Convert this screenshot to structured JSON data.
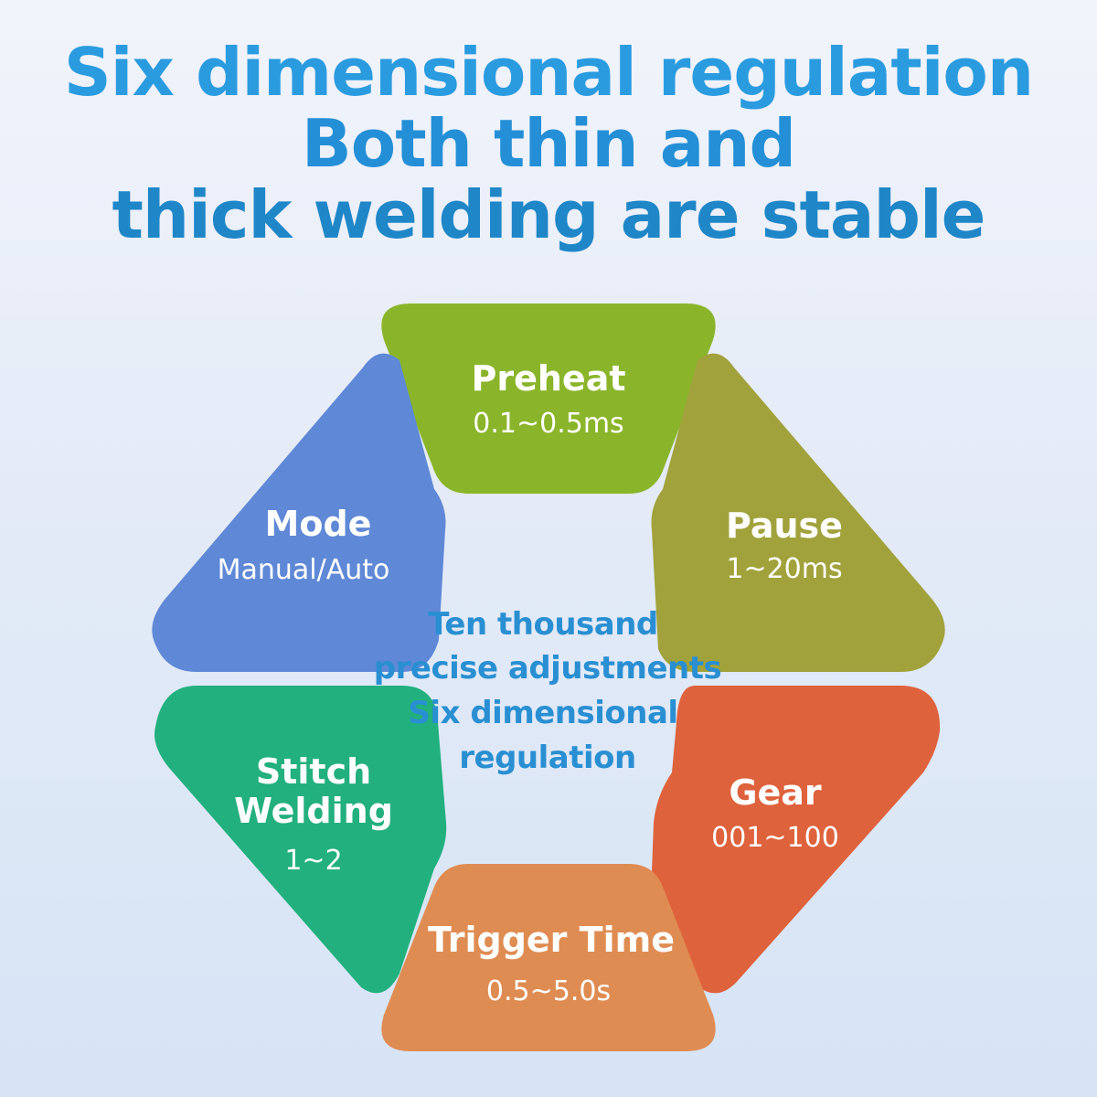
{
  "headline": {
    "line1": "Six dimensional regulation",
    "line2": "Both thin and",
    "line3": "thick welding are stable"
  },
  "center": {
    "line1": "Ten thousand",
    "line2": "precise adjustments",
    "line3": "Six dimensional",
    "line4": "regulation",
    "color": "#2a8fd2"
  },
  "segments": {
    "preheat": {
      "title": "Preheat",
      "value": "0.1~0.5ms",
      "color": "#8ab52a"
    },
    "pause": {
      "title": "Pause",
      "value": "1~20ms",
      "color": "#a1a23c"
    },
    "gear": {
      "title": "Gear",
      "value": "001~100",
      "color": "#de623c"
    },
    "trigger": {
      "title": "Trigger Time",
      "value": "0.5~5.0s",
      "color": "#df8c52"
    },
    "stitch": {
      "title_line1": "Stitch",
      "title_line2": "Welding",
      "value": "1~2",
      "color": "#22b07e"
    },
    "mode": {
      "title": "Mode",
      "value": "Manual/Auto",
      "color": "#5f88d6"
    }
  }
}
